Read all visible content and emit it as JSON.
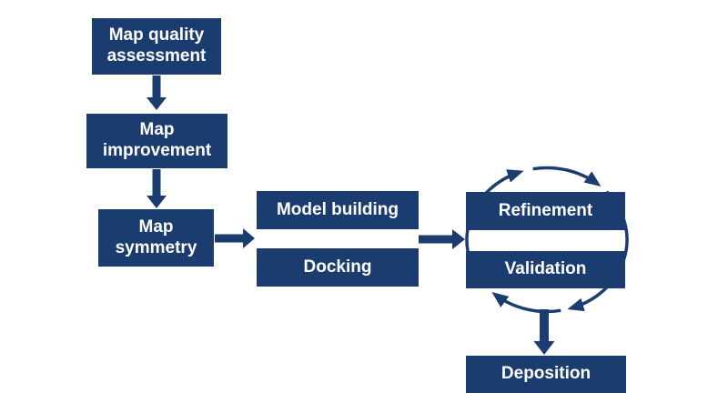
{
  "diagram": {
    "background_color": "#ffffff",
    "accent_color": "#1b3c6f",
    "text_color": "#ffffff",
    "nodes": [
      {
        "id": "map-quality-assessment",
        "label": "Map quality\nassessment"
      },
      {
        "id": "map-improvement",
        "label": "Map\nimprovement"
      },
      {
        "id": "map-symmetry",
        "label": "Map\nsymmetry"
      },
      {
        "id": "model-building",
        "label": "Model building"
      },
      {
        "id": "docking",
        "label": "Docking"
      },
      {
        "id": "refinement",
        "label": "Refinement"
      },
      {
        "id": "validation",
        "label": "Validation"
      },
      {
        "id": "deposition",
        "label": "Deposition"
      }
    ],
    "edges": [
      {
        "from": "map-quality-assessment",
        "to": "map-improvement"
      },
      {
        "from": "map-improvement",
        "to": "map-symmetry"
      },
      {
        "from": "map-symmetry",
        "to": "model-building / docking"
      },
      {
        "from": "model-building / docking",
        "to": "refinement / validation"
      },
      {
        "from": "refinement / validation",
        "to": "deposition"
      }
    ],
    "cycle": {
      "nodes": [
        "refinement",
        "validation"
      ],
      "direction": "clockwise"
    }
  }
}
